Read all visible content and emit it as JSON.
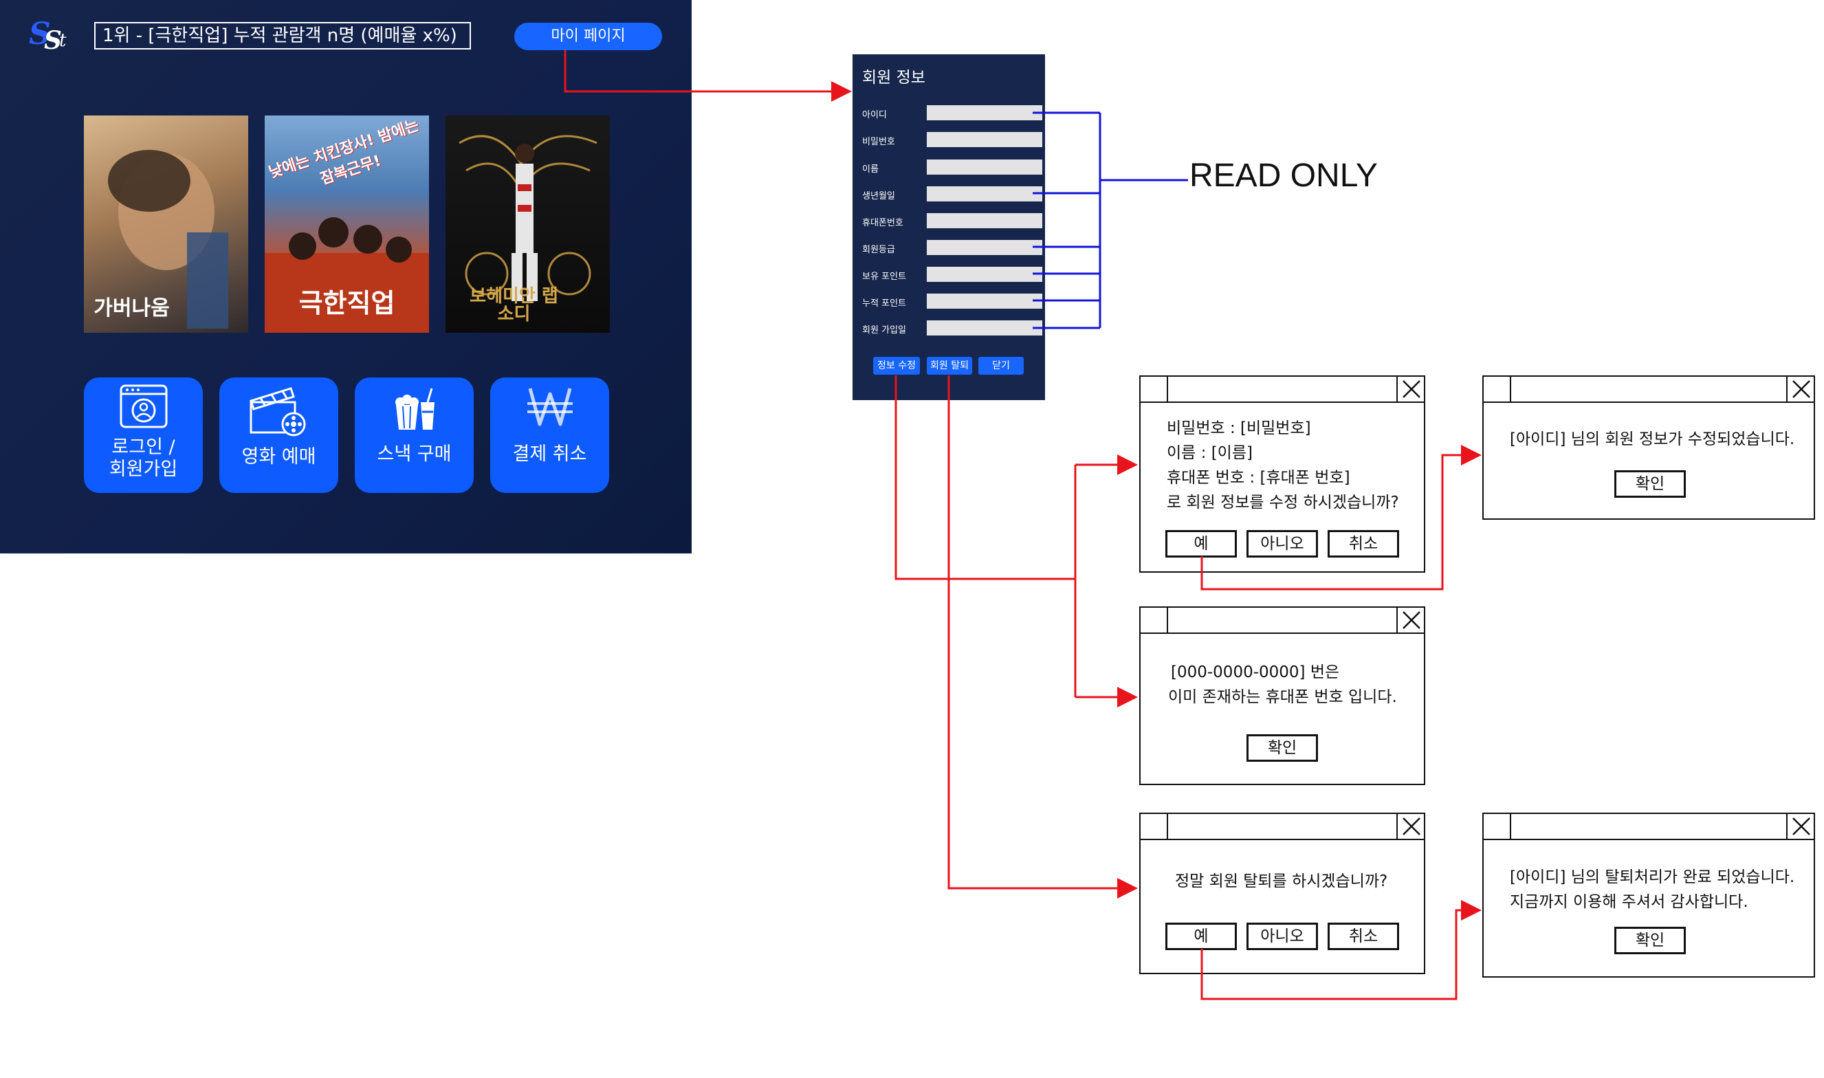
{
  "kiosk": {
    "logo_text": "SSt",
    "ticker": "1위 - [극한직업] 누적 관람객 n명 (예매율 x%)",
    "mypage_button": "마이 페이지",
    "posters": [
      {
        "title": "가버나움"
      },
      {
        "title": "극한직업",
        "tagline": "낮에는 치킨장사! 밤에는 잠복근무!"
      },
      {
        "title": "보헤미안 랩소디"
      }
    ],
    "menu": [
      {
        "label_line1": "로그인 /",
        "label_line2": "회원가입",
        "icon": "user-profile-icon"
      },
      {
        "label_line1": "영화 예매",
        "icon": "clapperboard-film-reel-icon"
      },
      {
        "label_line1": "스낵 구매",
        "icon": "popcorn-drink-icon"
      },
      {
        "label_line1": "결제 취소",
        "icon": "won-sign-icon"
      }
    ],
    "colors": {
      "background": "#13234a",
      "accent": "#1866ff"
    }
  },
  "member_panel": {
    "title": "회원 정보",
    "fields": [
      {
        "label": "아이디"
      },
      {
        "label": "비밀번호"
      },
      {
        "label": "이름"
      },
      {
        "label": "생년월일"
      },
      {
        "label": "휴대폰번호"
      },
      {
        "label": "회원등급"
      },
      {
        "label": "보유 포인트"
      },
      {
        "label": "누적 포인트"
      },
      {
        "label": "회원 가입일"
      }
    ],
    "buttons": {
      "edit": "정보 수정",
      "withdraw": "회원 탈퇴",
      "close": "닫기"
    }
  },
  "annotation": {
    "read_only": "READ ONLY"
  },
  "dialogs": {
    "confirm_edit": {
      "lines": [
        "비밀번호 : [비밀번호]",
        "이름 : [이름]",
        "휴대폰 번호 : [휴대폰 번호]",
        "로 회원 정보를 수정 하시겠습니까?"
      ],
      "yes": "예",
      "no": "아니오",
      "cancel": "취소"
    },
    "edit_done": {
      "lines": [
        "[아이디] 님의 회원 정보가 수정되었습니다."
      ],
      "ok": "확인"
    },
    "phone_exists": {
      "lines": [
        "[000-0000-0000] 번은",
        "이미 존재하는 휴대폰 번호 입니다."
      ],
      "ok": "확인"
    },
    "confirm_withdraw": {
      "lines": [
        "정말 회원 탈퇴를 하시겠습니까?"
      ],
      "yes": "예",
      "no": "아니오",
      "cancel": "취소"
    },
    "withdraw_done": {
      "lines": [
        "[아이디] 님의 탈퇴처리가 완료 되었습니다.",
        "지금까지 이용해 주셔서 감사합니다."
      ],
      "ok": "확인"
    }
  },
  "connector_colors": {
    "flow": "#e8141c",
    "read_only": "#1414d8"
  }
}
